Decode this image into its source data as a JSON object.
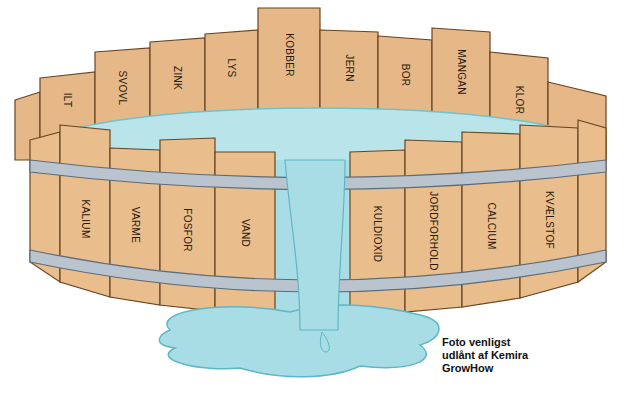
{
  "diagram": {
    "caption": "Foto venligst udlånt af Kemira GrowHow",
    "labels": [
      "ILT",
      "SVOVL",
      "ZINK",
      "LYS",
      "KOBBER",
      "JERN",
      "BOR",
      "MANGAN",
      "KLOR",
      "KALIUM",
      "VARME",
      "FOSFOR",
      "VAND",
      "KULDIOXID",
      "JORDFORHOLD",
      "CALCIUM",
      "KVÆLSTOF"
    ]
  }
}
